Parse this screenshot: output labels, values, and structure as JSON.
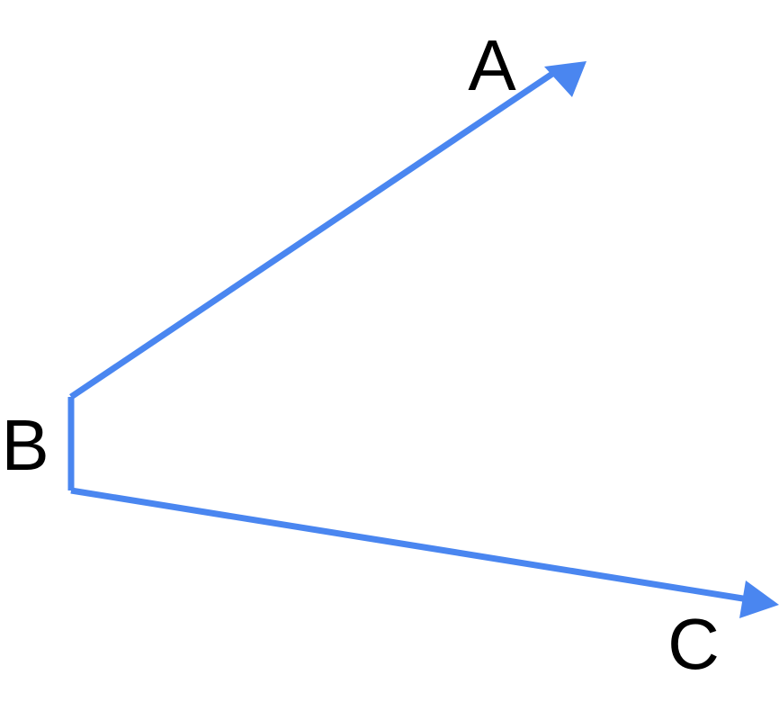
{
  "diagram": {
    "line_color": "#4A86F0",
    "label_color": "#000000",
    "labels": {
      "a": "A",
      "b": "B",
      "c": "C"
    }
  }
}
